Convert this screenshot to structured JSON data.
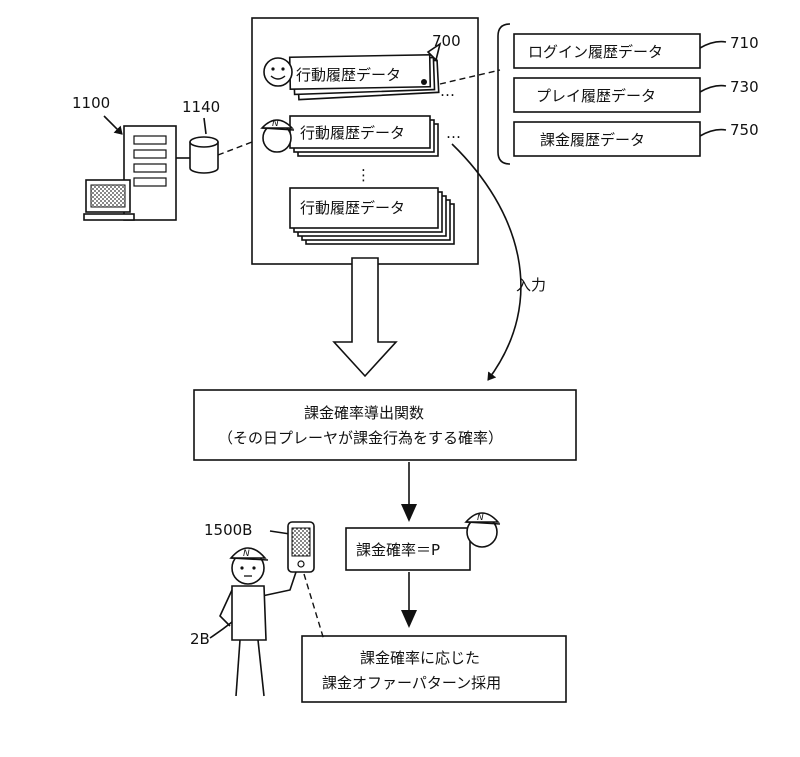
{
  "labels": {
    "server_ref": "1100",
    "database_ref": "1140",
    "records_ref": "700",
    "login_ref": "710",
    "play_ref": "730",
    "billing_ref": "750",
    "player_ref": "2B",
    "device_ref": "1500B"
  },
  "records": {
    "record_1": "行動履歴データ",
    "record_2": "行動履歴データ",
    "record_3": "行動履歴データ",
    "ellipsis": "…",
    "vdots": "⋮"
  },
  "detail_boxes": {
    "login": "ログイン履歴データ",
    "play": "プレイ履歴データ",
    "billing": "課金履歴データ"
  },
  "input_label": "入力",
  "function_box": {
    "line1": "課金確率導出関数",
    "line2": "（その日プレーヤが課金行為をする確率）"
  },
  "probability_box": "課金確率＝P",
  "offer_box": {
    "line1": "課金確率に応じた",
    "line2": "課金オファーパターン採用"
  },
  "icon_letter": "N"
}
